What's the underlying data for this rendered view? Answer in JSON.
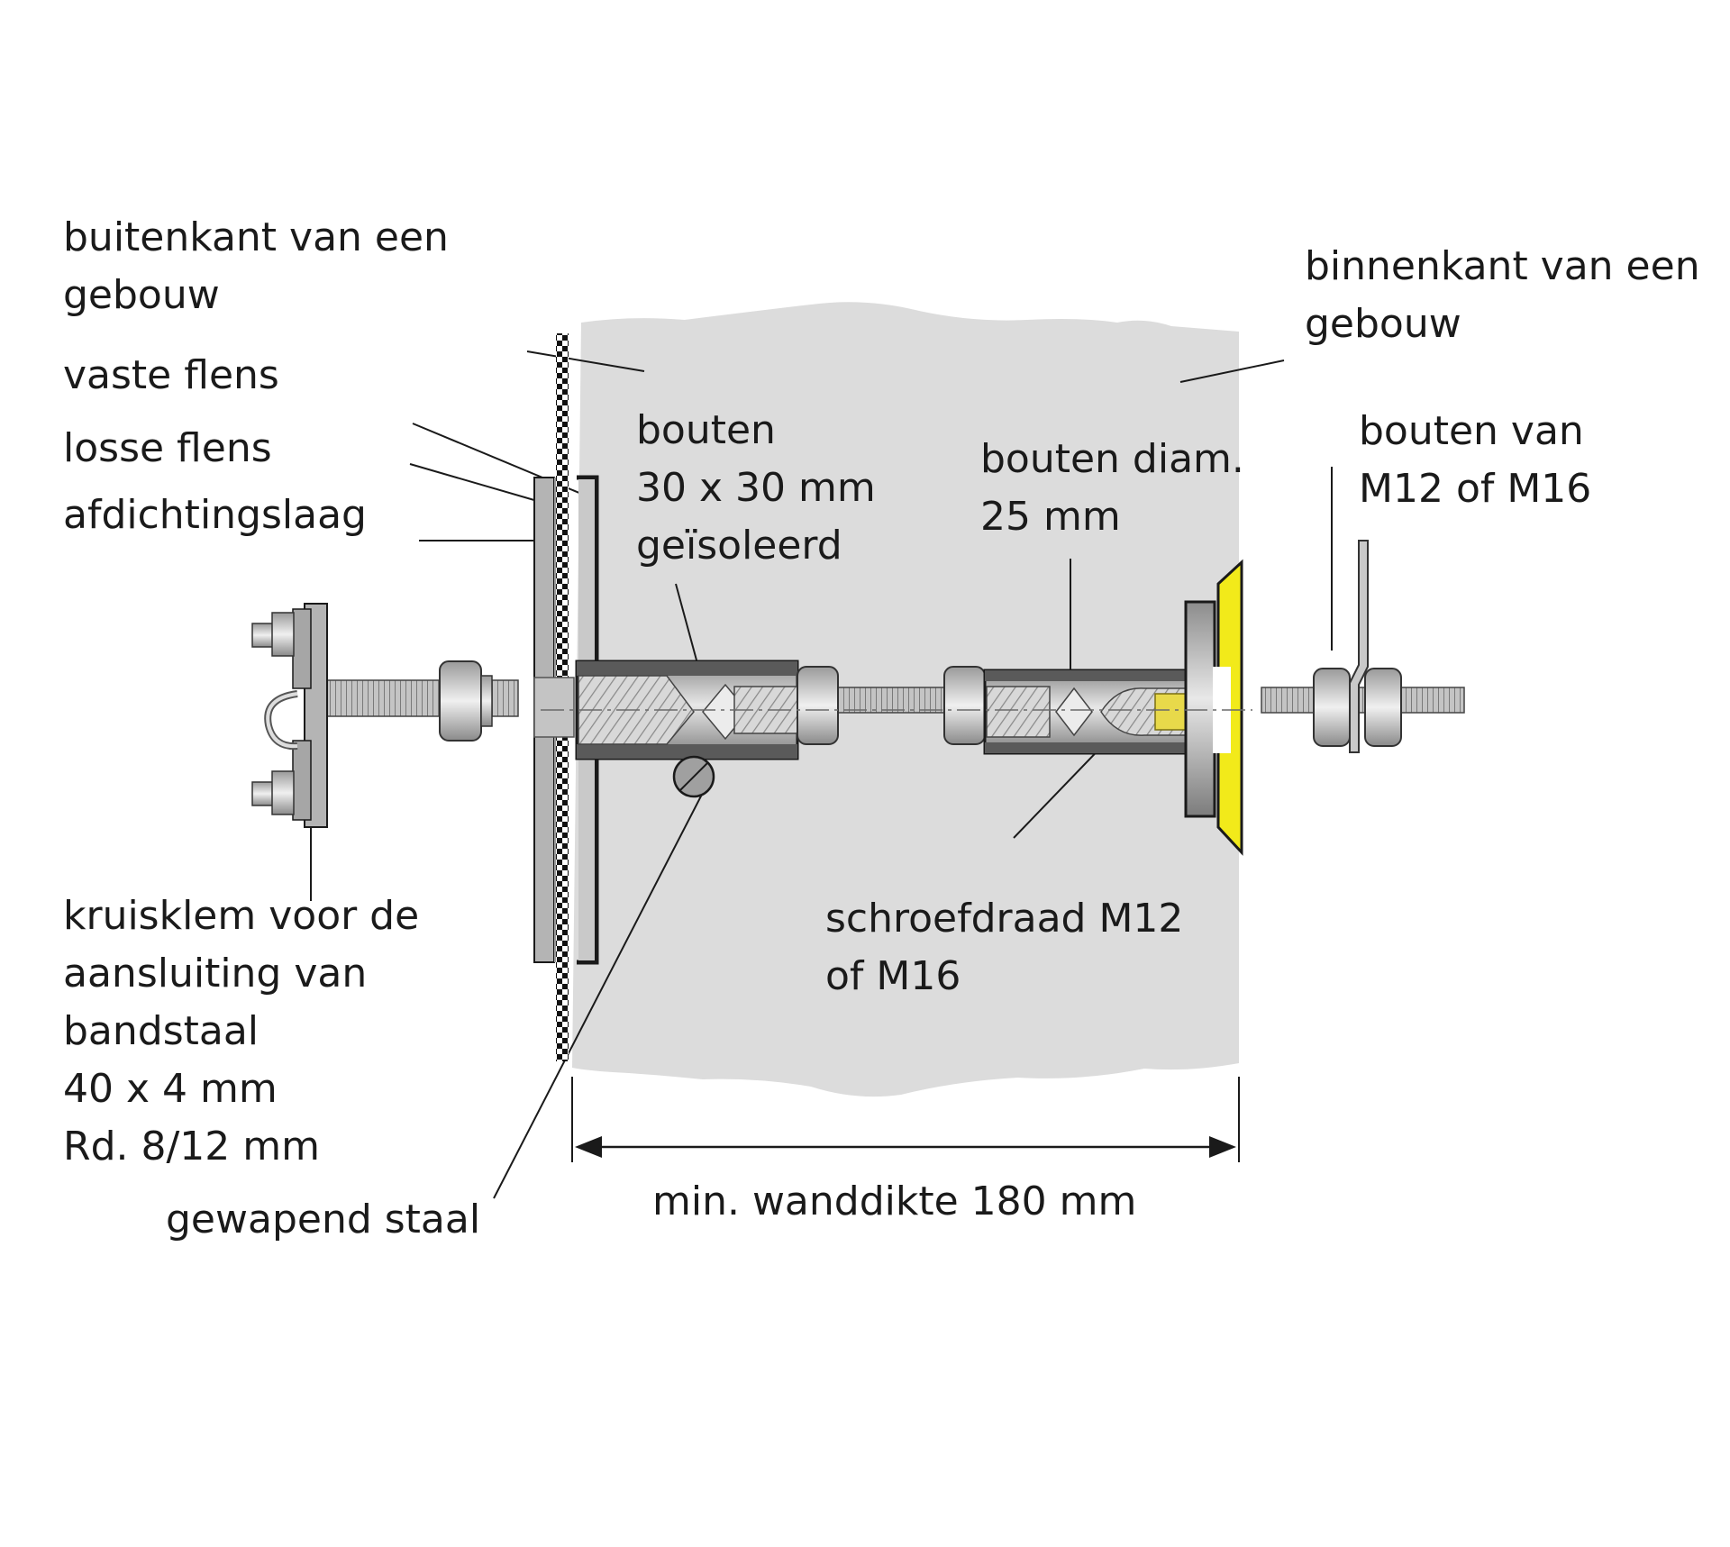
{
  "labels": {
    "outside_building": [
      "buitenkant van een",
      "gebouw"
    ],
    "fixed_flange": "vaste flens",
    "loose_flange": "losse flens",
    "sealing_layer": "afdichtingslaag",
    "inside_building": [
      "binnenkant van een",
      "gebouw"
    ],
    "insulated_bolts": [
      "bouten",
      "30 x 30 mm",
      "geïsoleerd"
    ],
    "bolts_diameter": [
      "bouten diam.",
      "25 mm"
    ],
    "bolts_size": [
      "bouten van",
      "M12 of M16"
    ],
    "cross_clamp": [
      "kruisklem voor de",
      "aansluiting van",
      "bandstaal",
      "40 x 4 mm",
      "Rd. 8/12 mm"
    ],
    "thread": [
      "schroefdraad M12",
      "of M16"
    ],
    "reinforcing_steel": "gewapend staal",
    "wall_thickness": "min. wanddikte 180 mm"
  },
  "colors": {
    "wall": "#dcdcdc",
    "metal": "#b4b4b4",
    "dark_metal": "#6e6e6e",
    "yellow_washer": "#f2ea1a",
    "line": "#1a1a1a"
  }
}
